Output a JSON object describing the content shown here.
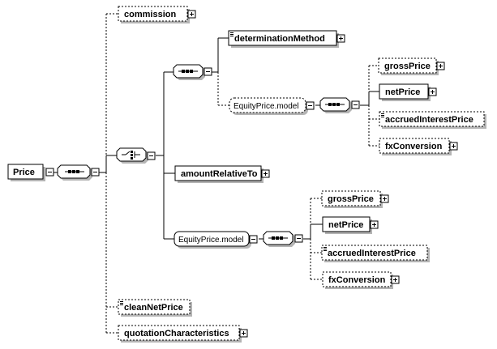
{
  "colors": {
    "stroke": "#000000",
    "element_fill": "#ffffff",
    "shadow": "#b4b4b4",
    "group_fill": "#f4f4f4"
  },
  "icons": [
    "collapse-minus-icon",
    "expand-plus-icon",
    "sequence-compositor-icon",
    "choice-compositor-icon",
    "documentation-lines-icon"
  ],
  "root": {
    "label": "Price"
  },
  "elements": [
    {
      "id": "commission",
      "label": "commission",
      "optional": true,
      "has_children": true,
      "documented": false
    },
    {
      "id": "determination-method",
      "label": "determinationMethod",
      "optional": false,
      "has_children": true,
      "documented": true
    },
    {
      "id": "equity-price-model-1",
      "label": "EquityPrice.model",
      "kind": "group",
      "optional": true,
      "has_children": true
    },
    {
      "id": "gross-price-1",
      "label": "grossPrice",
      "optional": true,
      "has_children": true,
      "documented": false
    },
    {
      "id": "net-price-1",
      "label": "netPrice",
      "optional": false,
      "has_children": true,
      "documented": false
    },
    {
      "id": "accrued-interest-price-1",
      "label": "accruedInterestPrice",
      "optional": true,
      "has_children": false,
      "documented": true
    },
    {
      "id": "fx-conversion-1",
      "label": "fxConversion",
      "optional": true,
      "has_children": true,
      "documented": false
    },
    {
      "id": "amount-relative-to",
      "label": "amountRelativeTo",
      "optional": false,
      "has_children": true,
      "documented": false
    },
    {
      "id": "equity-price-model-2",
      "label": "EquityPrice.model",
      "kind": "group",
      "optional": false,
      "has_children": true
    },
    {
      "id": "gross-price-2",
      "label": "grossPrice",
      "optional": true,
      "has_children": true,
      "documented": false
    },
    {
      "id": "net-price-2",
      "label": "netPrice",
      "optional": false,
      "has_children": true,
      "documented": false
    },
    {
      "id": "accrued-interest-price-2",
      "label": "accruedInterestPrice",
      "optional": true,
      "has_children": false,
      "documented": true
    },
    {
      "id": "fx-conversion-2",
      "label": "fxConversion",
      "optional": true,
      "has_children": true,
      "documented": false
    },
    {
      "id": "clean-net-price",
      "label": "cleanNetPrice",
      "optional": true,
      "has_children": false,
      "documented": true
    },
    {
      "id": "quotation-characteristics",
      "label": "quotationCharacteristics",
      "optional": true,
      "has_children": true,
      "documented": false
    }
  ],
  "compositors": [
    {
      "id": "root-sequence",
      "type": "sequence"
    },
    {
      "id": "main-choice",
      "type": "choice"
    },
    {
      "id": "upper-sequence",
      "type": "sequence"
    },
    {
      "id": "model1-sequence",
      "type": "sequence"
    },
    {
      "id": "model2-sequence",
      "type": "sequence"
    }
  ]
}
